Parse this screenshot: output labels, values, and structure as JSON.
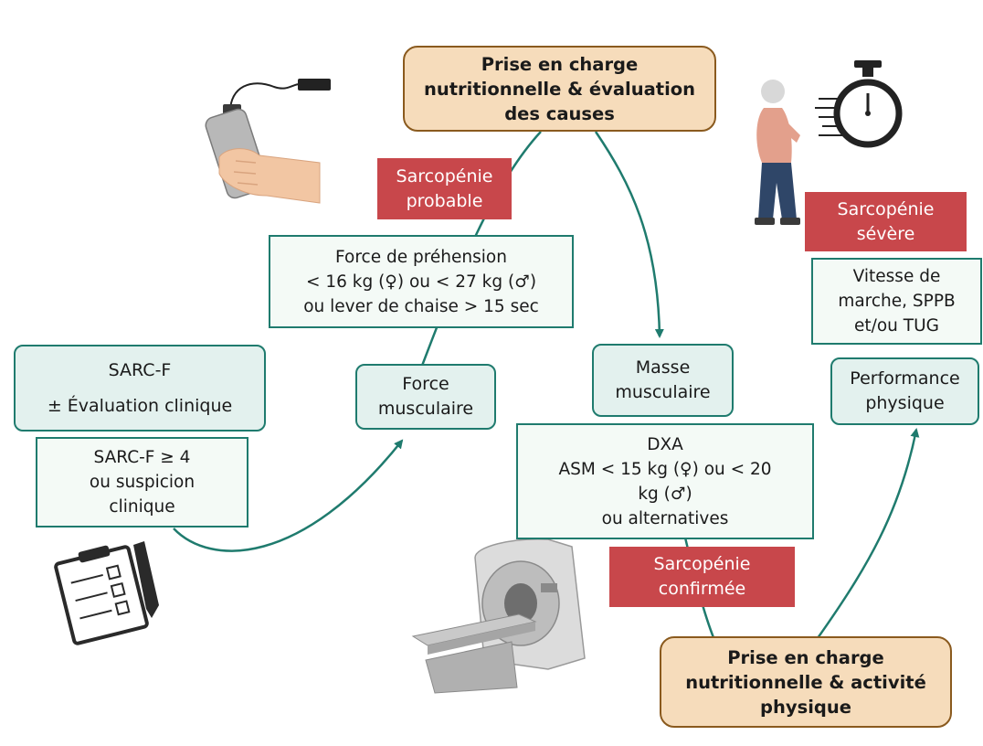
{
  "start": {
    "line1": "Prise en charge",
    "line2": "nutritionnelle & évaluation",
    "line3": "des causes"
  },
  "end": {
    "line1": "Prise en charge",
    "line2": "nutritionnelle & activité",
    "line3": "physique"
  },
  "sarcf": {
    "title": "SARC-F",
    "subtitle": "± Évaluation clinique"
  },
  "sarcf_criteria": {
    "line1": "SARC-F ≥  4",
    "line2": "ou suspicion",
    "line3": "clinique"
  },
  "force": {
    "line1": "Force",
    "line2": "musculaire"
  },
  "force_criteria": {
    "line1": "Force de préhension",
    "line2": "< 16 kg (♀) ou < 27 kg (♂)",
    "line3": "ou lever de chaise > 15 sec"
  },
  "probable": {
    "line1": "Sarcopénie",
    "line2": "probable"
  },
  "masse": {
    "line1": "Masse",
    "line2": "musculaire"
  },
  "masse_criteria": {
    "line1": "DXA",
    "line2": "ASM < 15 kg (♀) ou < 20",
    "line3": "kg (♂)",
    "line4": "ou alternatives"
  },
  "confirmee": {
    "line1": "Sarcopénie",
    "line2": "confirmée"
  },
  "performance": {
    "line1": "Performance",
    "line2": "physique"
  },
  "performance_criteria": {
    "line1": "Vitesse de",
    "line2": "marche, SPPB",
    "line3": "et/ou TUG"
  },
  "severe": {
    "line1": "Sarcopénie",
    "line2": "sévère"
  },
  "colors": {
    "teal_border": "#1f7b6e",
    "teal_fill": "#e3f1ee",
    "red": "#c8474b",
    "tan_fill": "#f6dcbb",
    "tan_border": "#8a5a1e"
  },
  "icons": [
    "dynamometer-icon",
    "walking-elder-icon",
    "stopwatch-icon",
    "clipboard-checklist-icon",
    "mri-scanner-icon"
  ]
}
